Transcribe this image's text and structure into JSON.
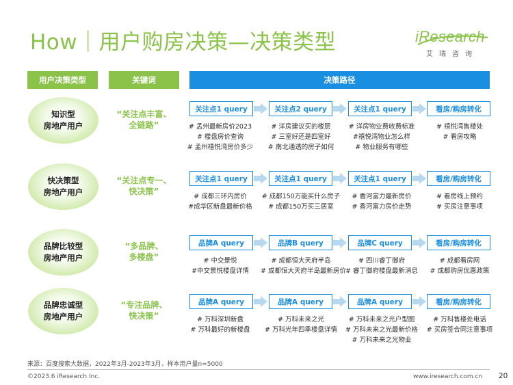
{
  "title": "How｜用户购房决策—决策类型",
  "logo": {
    "word": "iResearch",
    "cn": "艾瑞咨询"
  },
  "headers": {
    "type": "用户决策类型",
    "keyword": "关键词",
    "path": "决策路径"
  },
  "rows": [
    {
      "type_line1": "知识型",
      "type_line2": "房地产用户",
      "kw_line1": "“关注点丰富、",
      "kw_line2": "全链路”",
      "steps": [
        "关注点1 query",
        "关注点2 query",
        "关注点1 query",
        "看房/购房转化"
      ],
      "lists": [
        [
          "# 孟州最新房价2023",
          "# 楼盘房价查询",
          "# 孟州禧悦湾房价多少"
        ],
        [
          "# 洋房建议买的楼层",
          "# 三室好还是四室好",
          "# 南北通透的房子如何"
        ],
        [
          "# 洋房物业费收费标准",
          "#禧悦湾物业怎么样",
          "# 物业服务有哪些"
        ],
        [
          "# 禧悦湾售楼处",
          "# 看房攻略"
        ]
      ]
    },
    {
      "type_line1": "快决策型",
      "type_line2": "房地产用户",
      "kw_line1": "“关注点专一、",
      "kw_line2": "快决策”",
      "steps": [
        "关注点1 query",
        "关注点1 query",
        "关注点1 query",
        "看房/购房转化"
      ],
      "lists": [
        [
          "# 成都三环内房价",
          "#成华区新盘最新价格"
        ],
        [
          "# 成都150万能买什么房子",
          "# 成都150万买三居室"
        ],
        [
          "# 香河富力最新房价",
          "# 香河富力房价走势"
        ],
        [
          "# 看房线上预约",
          "# 买房注意事项"
        ]
      ]
    },
    {
      "type_line1": "品牌比较型",
      "type_line2": "房地产用户",
      "kw_line1": "“多品牌、",
      "kw_line2": "多楼盘”",
      "steps": [
        "品牌A query",
        "品牌B query",
        "品牌C query",
        "看房/购房转化"
      ],
      "lists": [
        [
          "# 中交景悦",
          "#中交景悦楼盘详情"
        ],
        [
          "# 成都恒大天府半岛",
          "# 成都恒大天府半岛最新房价"
        ],
        [
          "# 四川睿丁御府",
          "# 睿丁御府楼盘最新消息"
        ],
        [
          "# 成都看房网",
          "# 成都购房优惠政策"
        ]
      ]
    },
    {
      "type_line1": "品牌忠诚型",
      "type_line2": "房地产用户",
      "kw_line1": "“专注品牌、",
      "kw_line2": "快决策”",
      "steps": [
        "品牌A query",
        "品牌A query",
        "品牌A query",
        "看房/购房转化"
      ],
      "lists": [
        [
          "# 万科深圳新盘",
          "# 万科最好的新楼盘"
        ],
        [
          "# 万科未来之光",
          "# 万科光年四季楼盘详情"
        ],
        [
          "# 万科未来之光户型图",
          "# 万科未来之光最新价格",
          "# 万科未来之光物业"
        ],
        [
          "# 万科售楼处电话",
          "# 买房签合同注意事项"
        ]
      ]
    }
  ],
  "footer": {
    "source": "来源：百度搜索大数据，2022年3月-2023年3月，样本用户量n=5000",
    "copyright": "©2023.6 iResearch Inc.",
    "url": "www.iresearch.com.cn",
    "page": "20"
  },
  "colors": {
    "green": "#8bc34a",
    "blue": "#1a8ee0",
    "arrow": "#b8d8f0"
  }
}
